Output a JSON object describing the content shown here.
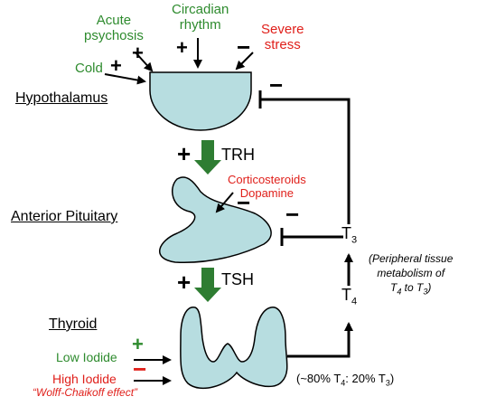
{
  "stimuli": {
    "acute_psychosis": "Acute\npsychosis",
    "circadian_rhythm": "Circadian\nrhythm",
    "severe_stress": "Severe\nstress",
    "cold": "Cold"
  },
  "signs": {
    "acute_psychosis": "+",
    "circadian_rhythm": "+",
    "severe_stress": "−",
    "cold": "+",
    "t3_to_hypothalamus": "−",
    "trh": "+",
    "tsh": "+",
    "corticosteroids": "−",
    "t3_to_pituitary": "−",
    "low_iodide": "+",
    "high_iodide": "−"
  },
  "organs": {
    "hypothalamus": "Hypothalamus",
    "anterior_pituitary": "Anterior Pituitary",
    "thyroid": "Thyroid"
  },
  "hormones": {
    "trh": "TRH",
    "tsh": "TSH"
  },
  "inhibitors": {
    "corticosteroids_dopamine": "Corticosteroids\nDopamine"
  },
  "iodide": {
    "low": "Low Iodide",
    "high": "High Iodide",
    "effect": "“Wolff-Chaikoff effect”"
  },
  "thyroid_hormones": {
    "t3_base": "T",
    "t3_sub": "3",
    "t4_base": "T",
    "t4_sub": "4"
  },
  "peripheral_note": {
    "line1": "(Peripheral tissue",
    "line2": "metabolism of",
    "line3_base_a": "T",
    "line3_sub_a": "4",
    "line3_to": " to T",
    "line3_sub_b": "3",
    "line3_end": ")"
  },
  "ratio_note": {
    "open": "(~80% T",
    "sub_a": "4",
    "mid": ": 20% T",
    "sub_b": "3",
    "close": ")"
  },
  "colors": {
    "shape_fill": "#b7dde0",
    "outline": "#000000",
    "green_arrow": "#2e7d32",
    "green_text": "#2e8b2e",
    "red_text": "#e0201b"
  }
}
